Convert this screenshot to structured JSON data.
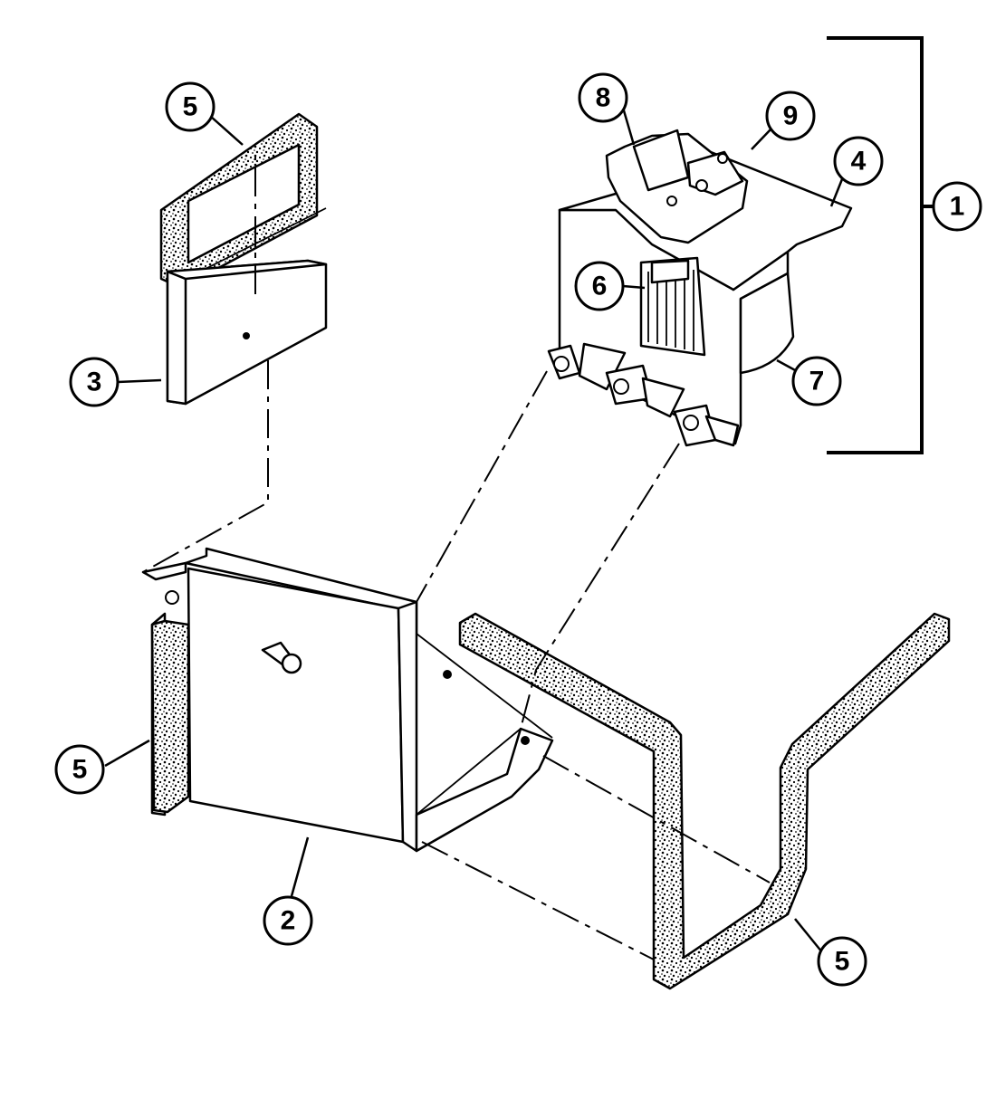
{
  "diagram": {
    "callouts": [
      {
        "id": "c1",
        "label": "1"
      },
      {
        "id": "c2",
        "label": "2"
      },
      {
        "id": "c3",
        "label": "3"
      },
      {
        "id": "c4",
        "label": "4"
      },
      {
        "id": "c5a",
        "label": "5"
      },
      {
        "id": "c5b",
        "label": "5"
      },
      {
        "id": "c5c",
        "label": "5"
      },
      {
        "id": "c6",
        "label": "6"
      },
      {
        "id": "c7",
        "label": "7"
      },
      {
        "id": "c8",
        "label": "8"
      },
      {
        "id": "c9",
        "label": "9"
      }
    ]
  }
}
